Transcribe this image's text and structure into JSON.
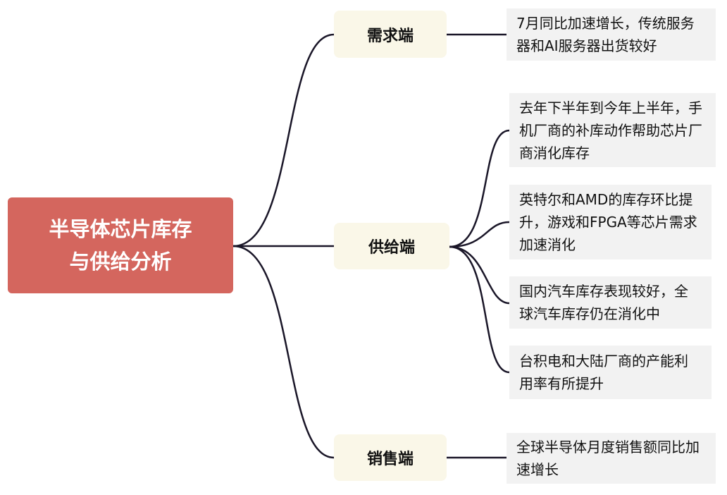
{
  "root": {
    "title": "半导体芯片库存与供给分析"
  },
  "branches": [
    {
      "label": "需求端",
      "leaves": [
        "7月同比加速增长，传统服务器和AI服务器出货较好"
      ]
    },
    {
      "label": "供给端",
      "leaves": [
        "去年下半年到今年上半年，手机厂商的补库动作帮助芯片厂商消化库存",
        "英特尔和AMD的库存环比提升，游戏和FPGA等芯片需求加速消化",
        "国内汽车库存表现较好，全球汽车库存仍在消化中",
        "台积电和大陆厂商的产能利用率有所提升"
      ]
    },
    {
      "label": "销售端",
      "leaves": [
        "全球半导体月度销售额同比加速增长"
      ]
    }
  ],
  "colors": {
    "root": "#D4665E",
    "branch": "#FAF7E8",
    "leaf": "#F2F2F2",
    "line": "#1a1628"
  }
}
